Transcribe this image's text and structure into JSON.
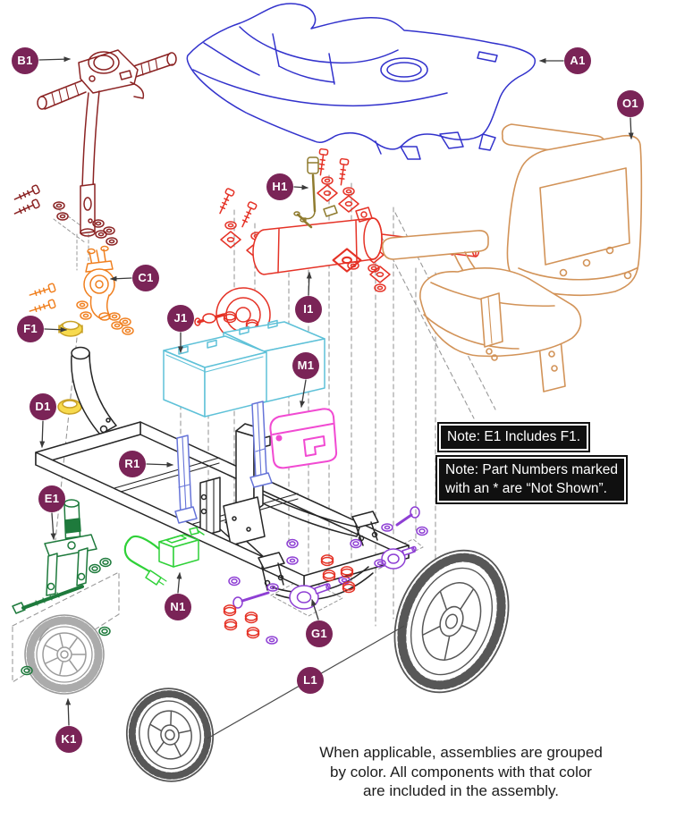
{
  "callouts": [
    "A1",
    "B1",
    "C1",
    "D1",
    "E1",
    "F1",
    "G1",
    "H1",
    "I1",
    "J1",
    "K1",
    "L1",
    "M1",
    "N1",
    "O1",
    "R1"
  ],
  "notes": {
    "note1": "Note: E1 Includes F1.",
    "note2_line1": "Note: Part Numbers marked",
    "note2_line2": "with an * are “Not Shown”."
  },
  "caption": {
    "line1": "When applicable, assemblies are grouped",
    "line2": "by color. All components with that color",
    "line3": "are included in the assembly."
  },
  "colors": {
    "callout_badge": "#7a2457",
    "body_shroud_a1": "#3232cc",
    "tiller_b1": "#8b2323",
    "bearing_housing_c1": "#f08020",
    "frame_d1": "#262626",
    "front_fork_e1": "#1e7a3c",
    "bushing_f1": "#e9c431",
    "anti_tip_wheels_g1": "#8e3fd4",
    "battery_hardware_h1": "#8f7b2e",
    "transaxle_i1": "#e53226",
    "batteries_j1": "#5ec1d8",
    "front_wheel_k1": "#9b9b9b",
    "rear_wheels_l1": "#575757",
    "controller_m1": "#f14ad2",
    "freewheel_lever_n1": "#2fd138",
    "seat_o1": "#d29358",
    "battery_straps_r1": "#6674d8"
  }
}
